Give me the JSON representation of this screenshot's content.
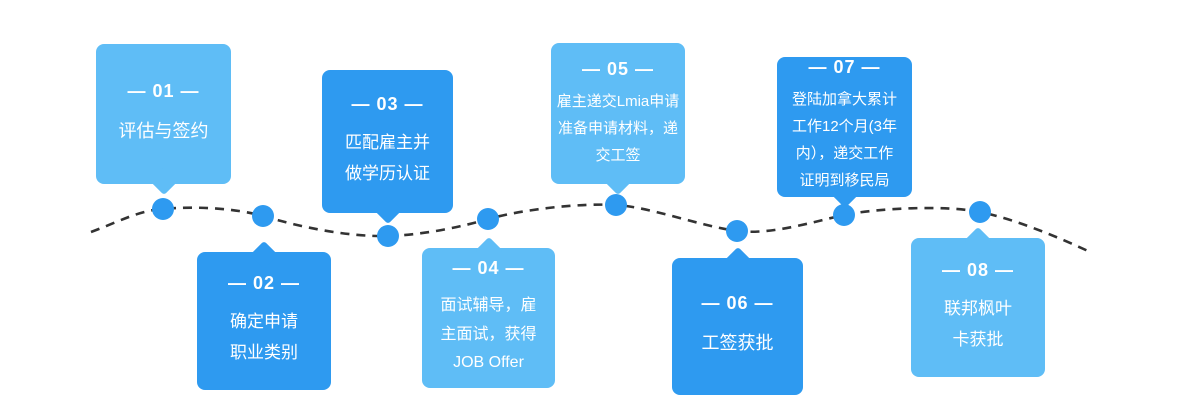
{
  "diagram": {
    "colors": {
      "light_card": "#5fbdf6",
      "dark_card": "#2e9af0",
      "dot": "#2e9af0",
      "line": "#333333"
    },
    "steps": [
      {
        "number": "— 01 —",
        "lines": [
          "评估与签约"
        ]
      },
      {
        "number": "— 02 —",
        "lines": [
          "确定申请",
          "职业类别"
        ]
      },
      {
        "number": "— 03 —",
        "lines": [
          "匹配雇主并",
          "做学历认证"
        ]
      },
      {
        "number": "— 04 —",
        "lines": [
          "面试辅导，雇",
          "主面试，获得",
          "JOB Offer"
        ]
      },
      {
        "number": "— 05 —",
        "lines": [
          "雇主递交Lmia申请",
          "准备申请材料，递",
          "交工签"
        ]
      },
      {
        "number": "— 06 —",
        "lines": [
          "工签获批"
        ]
      },
      {
        "number": "— 07 —",
        "lines": [
          "登陆加拿大累计",
          "工作12个月(3年",
          "内），递交工作",
          "证明到移民局"
        ]
      },
      {
        "number": "— 08 —",
        "lines": [
          "联邦枫叶",
          "卡获批"
        ]
      }
    ]
  }
}
